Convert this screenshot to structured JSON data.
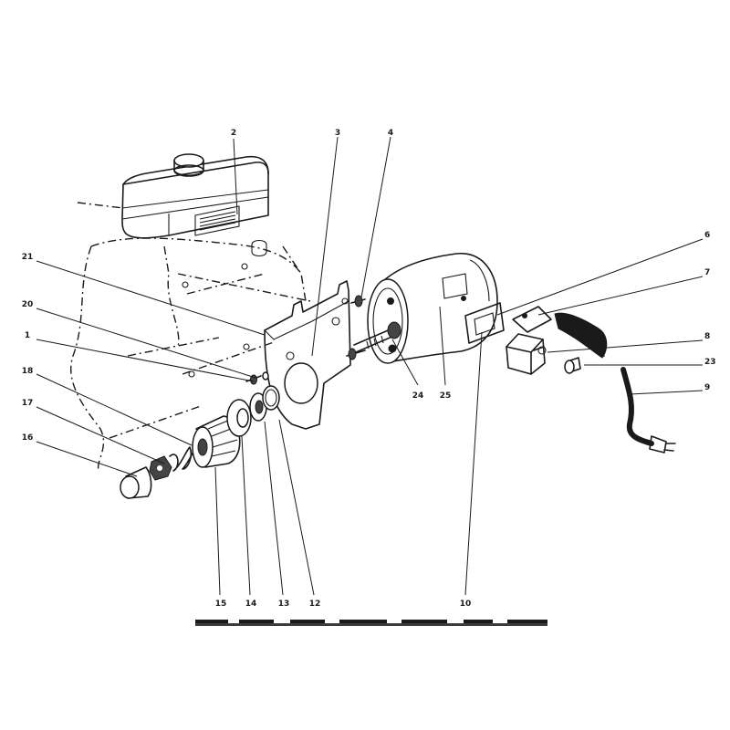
{
  "diagram": {
    "callouts": [
      "2",
      "3",
      "4",
      "6",
      "7",
      "21",
      "20",
      "1",
      "18",
      "17",
      "16",
      "8",
      "23",
      "9",
      "24",
      "25",
      "15",
      "14",
      "13",
      "12",
      "10"
    ]
  },
  "caption": ""
}
